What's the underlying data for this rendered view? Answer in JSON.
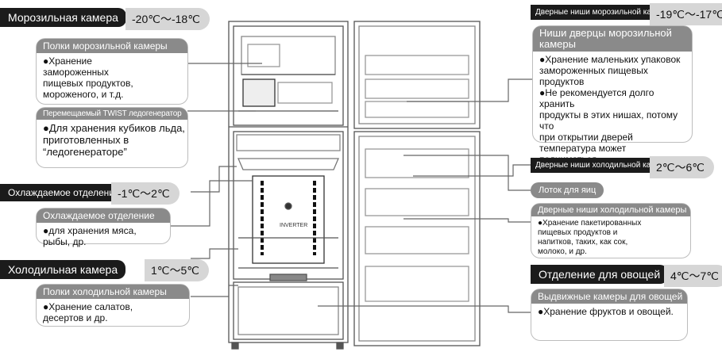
{
  "freezer": {
    "tag": "Морозильная камера",
    "temp": "-20℃〜-18℃",
    "shelves_title": "Полки морозильной камеры",
    "shelves_text": "●Хранение замороженных\nпищевых продуктов,\nмороженого, и т.д.",
    "ice_title": "Перемещаемый TWIST ледогенератор",
    "ice_text": "●Для хранения кубиков льда,\nприготовленных в\n“ледогенераторе”"
  },
  "chilled": {
    "tag": "Охлаждаемое отделение",
    "temp": "-1℃〜2℃",
    "box_title": "Охлаждаемое отделение",
    "box_text": "●для хранения мяса, рыбы, др."
  },
  "cold": {
    "tag": "Холодильная камера",
    "temp": "1℃〜5℃",
    "shelves_title": "Полки холодильной камеры",
    "shelves_text": "●Хранение салатов,\nдесертов и др."
  },
  "freezer_door": {
    "tag": "Дверные ниши морозильной камеры",
    "temp": "-19℃〜-17℃",
    "box_title": "Ниши дверцы морозильной камеры",
    "box_text": "●Хранение маленьких упаковок\nзамороженных пищевых продуктов\n●Не рекомендуется долго хранить\nпродукты в этих нишах, потому что\nпри открытии дверей\nтемпература может\nподниматься"
  },
  "fridge_door": {
    "tag": "Дверные ниши холодильной камеры",
    "temp": "2℃〜6℃",
    "egg_tray": "Лоток для яиц",
    "box_title": "Дверные ниши холодильной камеры",
    "box_text": "●Хранение пакетированных\nпищевых продуктов и\nнапитков, таких, как сок,\nмолоко, и др."
  },
  "vegetables": {
    "tag": "Отделение для овощей",
    "temp": "4℃〜7℃",
    "box_title": "Выдвижные камеры для овощей",
    "box_text": "●Хранение фруктов и овощей."
  },
  "brand": "INVERTER"
}
